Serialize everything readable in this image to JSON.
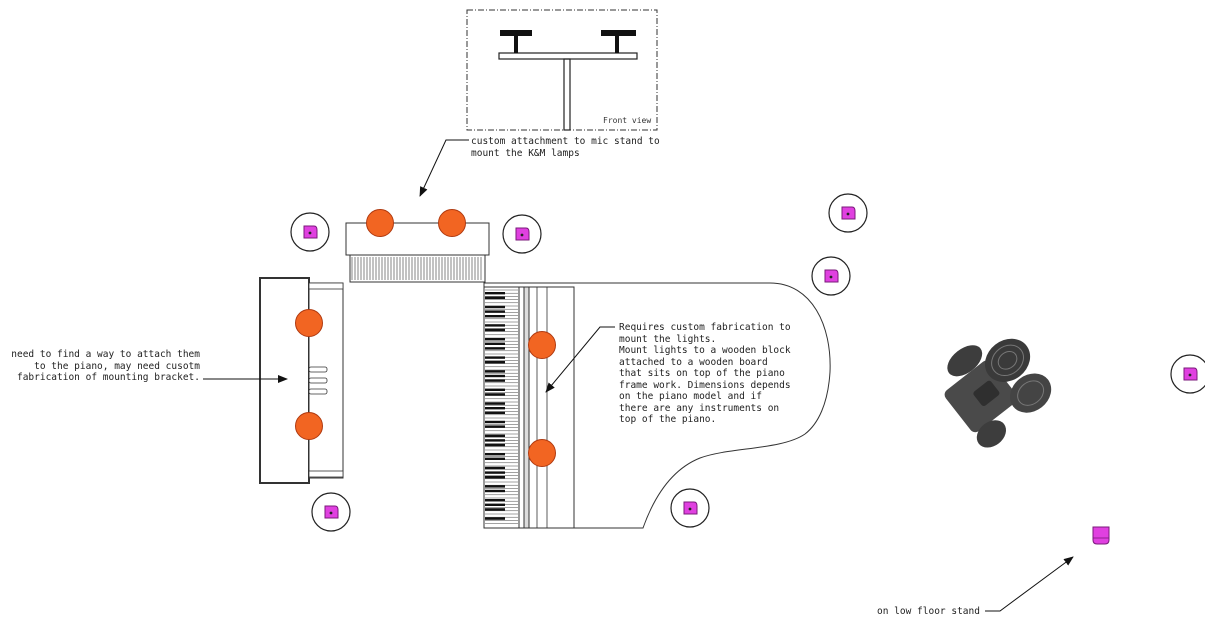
{
  "front_view": {
    "label": "Front view"
  },
  "annotations": {
    "mic_stand_note": "custom attachment to mic stand to\nmount the K&M lamps",
    "left_note": "need to find a way to attach them\nto the piano, may need cusotm\nfabrication of mounting bracket.",
    "piano_note": "Requires custom fabrication to\nmount the lights.\nMount lights to a wooden block\nattached to a wooden board\nthat sits on top of the piano\nframe work. Dimensions depends\non the piano model and if\nthere are any instruments on\ntop of the piano.",
    "floor_note": "on low floor stand"
  },
  "colors": {
    "lamp": "#f26522",
    "lamp_stroke": "#b03a10",
    "fixture": "#e040e0",
    "fixture_stroke": "#7a1a7a",
    "line": "#333333"
  },
  "icons": {
    "lamp": "orange-lamp-icon",
    "fixture": "magenta-fixture-icon",
    "drum": "drum-kit-icon"
  }
}
